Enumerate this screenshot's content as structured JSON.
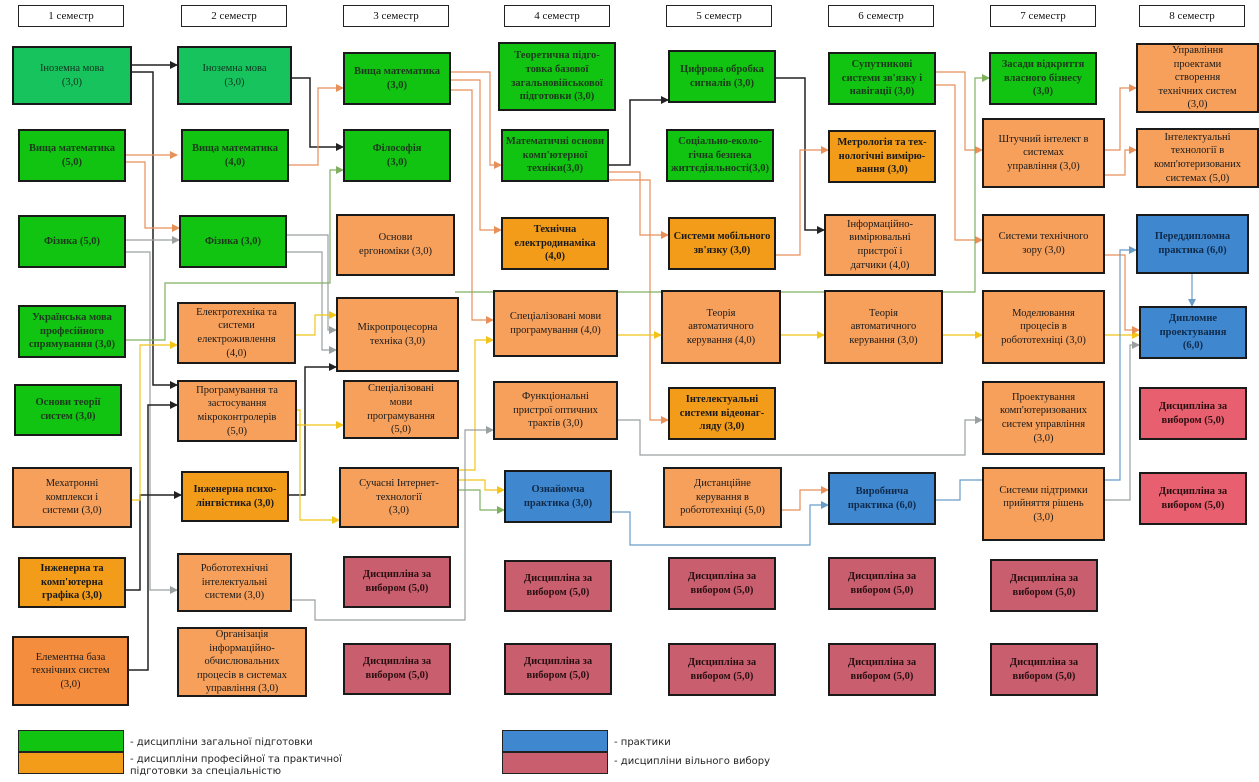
{
  "semesters": [
    "1 семестр",
    "2 семестр",
    "3 семестр",
    "4 семестр",
    "5 семестр",
    "6 семестр",
    "7 семестр",
    "8 семестр"
  ],
  "columns": [
    {
      "items": [
        {
          "text": "Іноземна мова\n(3,0)",
          "kind": "general"
        },
        {
          "text": "Вища математика\n(5,0)",
          "kind": "general"
        },
        {
          "text": "Фізика (5,0)",
          "kind": "general"
        },
        {
          "text": "Українська мова\nпрофесійного\nспрямування (3,0)",
          "kind": "general"
        },
        {
          "text": "Основи теорії\nсистем (3,0)",
          "kind": "general"
        },
        {
          "text": "Мехатронні\nкомплекси і\nсистеми (3,0)",
          "kind": "professional"
        },
        {
          "text": "Інженерна та\nкомп'ютерна\nграфіка (3,0)",
          "kind": "professional"
        },
        {
          "text": "Елементна база\nтехнічних систем\n(3,0)",
          "kind": "professional"
        }
      ]
    },
    {
      "items": [
        {
          "text": "Іноземна мова\n(3,0)",
          "kind": "general"
        },
        {
          "text": "Вища математика\n(4,0)",
          "kind": "general"
        },
        {
          "text": "Фізика (3,0)",
          "kind": "general"
        },
        {
          "text": "Електротехніка та\nсистеми\nелектроживлення\n(4,0)",
          "kind": "professional"
        },
        {
          "text": "Програмування та\nзастосування\nмікроконтролерів\n(5,0)",
          "kind": "professional"
        },
        {
          "text": "Інженерна психо-\nлінгвістика (3,0)",
          "kind": "professional"
        },
        {
          "text": "Робототехнічні\nінтелектуальні\nсистеми (3,0)",
          "kind": "professional"
        },
        {
          "text": "Організація\nінформаційно-\nобчислювальних\nпроцесів в системах\nуправління (3,0)",
          "kind": "professional"
        }
      ]
    },
    {
      "items": [
        {
          "text": "Вища математика\n(3,0)",
          "kind": "general"
        },
        {
          "text": "Філософія\n(3,0)",
          "kind": "general"
        },
        {
          "text": "Основи\nергономіки (3,0)",
          "kind": "professional"
        },
        {
          "text": "Мікропроцесорна\nтехніка (3,0)",
          "kind": "professional"
        },
        {
          "text": "Спеціалізовані\nмови\nпрограмування\n(5,0)",
          "kind": "professional"
        },
        {
          "text": "Сучасні Інтернет-\nтехнології\n(3,0)",
          "kind": "professional"
        },
        {
          "text": "Дисципліна за\nвибором (5,0)",
          "kind": "elective"
        },
        {
          "text": "Дисципліна за\nвибором (5,0)",
          "kind": "elective"
        }
      ]
    },
    {
      "items": [
        {
          "text": "Теоретична підго-\nтовка базової\nзагальновійськової\nпідготовки (3,0)",
          "kind": "general"
        },
        {
          "text": "Математичні основи\nкомп'ютерної\nтехніки(3,0)",
          "kind": "general"
        },
        {
          "text": "Технічна\nелектродинаміка\n(4,0)",
          "kind": "professional"
        },
        {
          "text": "Спеціалізовані мови\nпрограмування (4,0)",
          "kind": "professional"
        },
        {
          "text": "Функціональні\nпристрої оптичних\nтрактів (3,0)",
          "kind": "professional"
        },
        {
          "text": "Ознайомча\nпрактика (3,0)",
          "kind": "practice"
        },
        {
          "text": "Дисципліна за\nвибором (5,0)",
          "kind": "elective"
        },
        {
          "text": "Дисципліна за\nвибором (5,0)",
          "kind": "elective"
        }
      ]
    },
    {
      "items": [
        {
          "text": "Цифрова обробка\nсигналів (3,0)",
          "kind": "general"
        },
        {
          "text": "Соціально-еколо-\nгічна безпека\nжиттєдіяльності(3,0)",
          "kind": "general"
        },
        {
          "text": "Системи мобільного\nзв'язку (3,0)",
          "kind": "professional"
        },
        {
          "text": "Теорія\nавтоматичного\nкерування (4,0)",
          "kind": "professional"
        },
        {
          "text": "Інтелектуальні\nсистеми відеонаг-\nляду (3,0)",
          "kind": "professional"
        },
        {
          "text": "Дистанційне\nкерування в\nробототехніці (5,0)",
          "kind": "professional"
        },
        {
          "text": "Дисципліна за\nвибором (5,0)",
          "kind": "elective"
        },
        {
          "text": "Дисципліна за\nвибором (5,0)",
          "kind": "elective"
        }
      ]
    },
    {
      "items": [
        {
          "text": "Супутникові\nсистеми зв'язку і\nнавігації (3,0)",
          "kind": "general"
        },
        {
          "text": "Метрологія та тех-\nнологічні вимірю-\nвання (3,0)",
          "kind": "professional"
        },
        {
          "text": "Інформаційно-\nвимірювальні\nпристрої і\nдатчики (4,0)",
          "kind": "professional"
        },
        {
          "text": "Теорія\nавтоматичного\nкерування (3,0)",
          "kind": "professional"
        },
        {
          "text": "Виробнича\nпрактика (6,0)",
          "kind": "practice"
        },
        {
          "text": "Дисципліна за\nвибором (5,0)",
          "kind": "elective"
        },
        {
          "text": "Дисципліна за\nвибором (5,0)",
          "kind": "elective"
        }
      ]
    },
    {
      "items": [
        {
          "text": "Засади відкриття\nвласного бізнесу\n(3,0)",
          "kind": "general"
        },
        {
          "text": "Штучний інтелект в\nсистемах\nуправління (3,0)",
          "kind": "professional"
        },
        {
          "text": "Системи технічного\nзору (3,0)",
          "kind": "professional"
        },
        {
          "text": "Моделювання\nпроцесів в\nробототехніці (3,0)",
          "kind": "professional"
        },
        {
          "text": "Проектування\nкомп'ютеризованих\nсистем управління\n(3,0)",
          "kind": "professional"
        },
        {
          "text": "Системи підтримки\nприйняття рішень\n(3,0)",
          "kind": "professional"
        },
        {
          "text": "Дисципліна за\nвибором (5,0)",
          "kind": "elective"
        },
        {
          "text": "Дисципліна за\nвибором (5,0)",
          "kind": "elective"
        }
      ]
    },
    {
      "items": [
        {
          "text": "Управління\nпроектами\nстворення\nтехнічних систем\n(3,0)",
          "kind": "professional"
        },
        {
          "text": "Інтелектуальні\nтехнології в\nкомп'ютеризованих\nсистемах (5,0)",
          "kind": "professional"
        },
        {
          "text": "Переддипломна\nпрактика (6,0)",
          "kind": "practice"
        },
        {
          "text": "Дипломне\nпроектування\n(6,0)",
          "kind": "practice"
        },
        {
          "text": "Дисципліна за\nвибором (5,0)",
          "kind": "elective"
        },
        {
          "text": "Дисципліна за\nвибором (5,0)",
          "kind": "elective"
        }
      ]
    }
  ],
  "legend": {
    "general": "- дисципліни загальної підготовки",
    "professional": "- дисципліни професійної та практичної\n  підготовки за спеціальністю",
    "practice": "- практики",
    "elective": "- дисципліни вільного вибору"
  },
  "colors": {
    "general": "#11c411",
    "professional": "#f6a05c",
    "practice": "#3f88d0",
    "elective": "#c95f6e"
  }
}
